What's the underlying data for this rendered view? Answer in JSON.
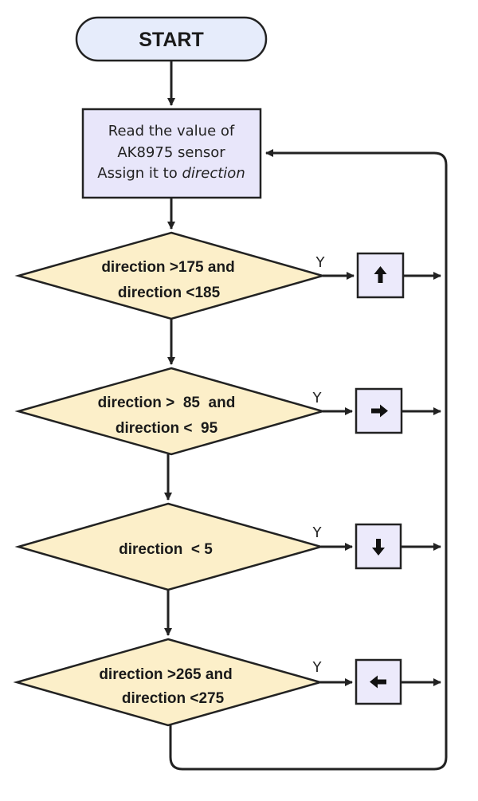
{
  "start": {
    "label": "START"
  },
  "process": {
    "line1": "Read the value of",
    "line2": "AK8975 sensor",
    "line3_prefix": "Assign it to ",
    "line3_var": "direction"
  },
  "decisions": [
    {
      "line1": "direction >175 and",
      "line2": "direction <185",
      "yes_label": "Y",
      "output_icon": "arrow-up-icon"
    },
    {
      "line1": "direction >  85  and",
      "line2": "direction <  95",
      "yes_label": "Y",
      "output_icon": "arrow-right-icon"
    },
    {
      "line1": "direction  < 5",
      "line2": "",
      "yes_label": "Y",
      "output_icon": "arrow-down-icon"
    },
    {
      "line1": "direction >265 and",
      "line2": "direction <275",
      "yes_label": "Y",
      "output_icon": "arrow-left-icon"
    }
  ],
  "colors": {
    "start_fill": "#e6ecfb",
    "process_fill": "#e8e6fa",
    "decision_fill": "#fcefc9",
    "output_fill": "#eceafb",
    "stroke": "#222222"
  }
}
